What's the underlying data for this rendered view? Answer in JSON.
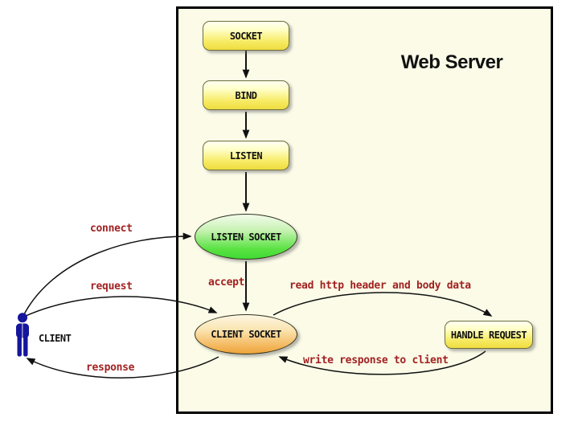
{
  "diagram": {
    "title": "Web Server",
    "nodes": {
      "socket": "SOCKET",
      "bind": "BIND",
      "listen": "LISTEN",
      "listen_socket": "LISTEN SOCKET",
      "client_socket": "CLIENT SOCKET",
      "handle_request": "HANDLE REQUEST",
      "client": "CLIENT"
    },
    "edge_labels": {
      "connect": "connect",
      "request": "request",
      "response": "response",
      "accept": "accept",
      "read": "read http header and body data",
      "write": "write response to client"
    },
    "colors": {
      "edge_label_red": "#a22222",
      "container_background": "#fbfbe8",
      "process_node_yellow": "#eedc3f",
      "listen_socket_green": "#3fda33",
      "client_socket_orange": "#eda438",
      "client_figure_blue": "#15159e",
      "arrow_black": "#111111"
    }
  }
}
